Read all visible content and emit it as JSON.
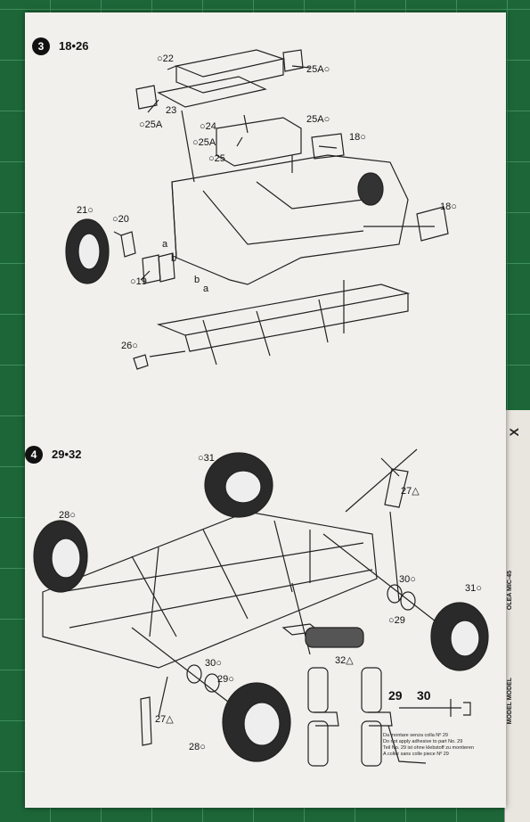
{
  "step3": {
    "number": "3",
    "range": "18•26",
    "labels": {
      "p22": "○22",
      "p25a_top": "25A○",
      "p25a_left": "○25A",
      "p23": "23",
      "p24": "○24",
      "p25a_mid": "○25A",
      "p25": "○25",
      "p25a_right": "25A○",
      "p18_top": "18○",
      "p18_right": "18○",
      "p21": "21○",
      "p20": "○20",
      "p19": "○19",
      "p26": "26○",
      "a1": "a",
      "a2": "a",
      "b1": "b",
      "b2": "b"
    }
  },
  "step4": {
    "number": "4",
    "range": "29•32",
    "labels": {
      "p31_top": "○31",
      "p27_top": "27△",
      "p28_left": "28○",
      "p30_right": "30○",
      "p31_right": "31○",
      "p29_right": "○29",
      "p32": "32△",
      "p30_mid": "30○",
      "p29_mid": "29○",
      "p27_bottom": "27△",
      "p28_bottom": "28○",
      "detail_29": "29",
      "detail_30": "30"
    },
    "note": [
      "Da montare senza colla Nº 29",
      "Do not apply adhesive to part No. 29",
      "Teil No. 29 ist ohne klebstoff zu montieren",
      "A coller sans colle piece Nº 29"
    ]
  },
  "ruler": {
    "texts": [
      "X",
      "OLEA MIC-45",
      "MODEL MODEL"
    ]
  }
}
